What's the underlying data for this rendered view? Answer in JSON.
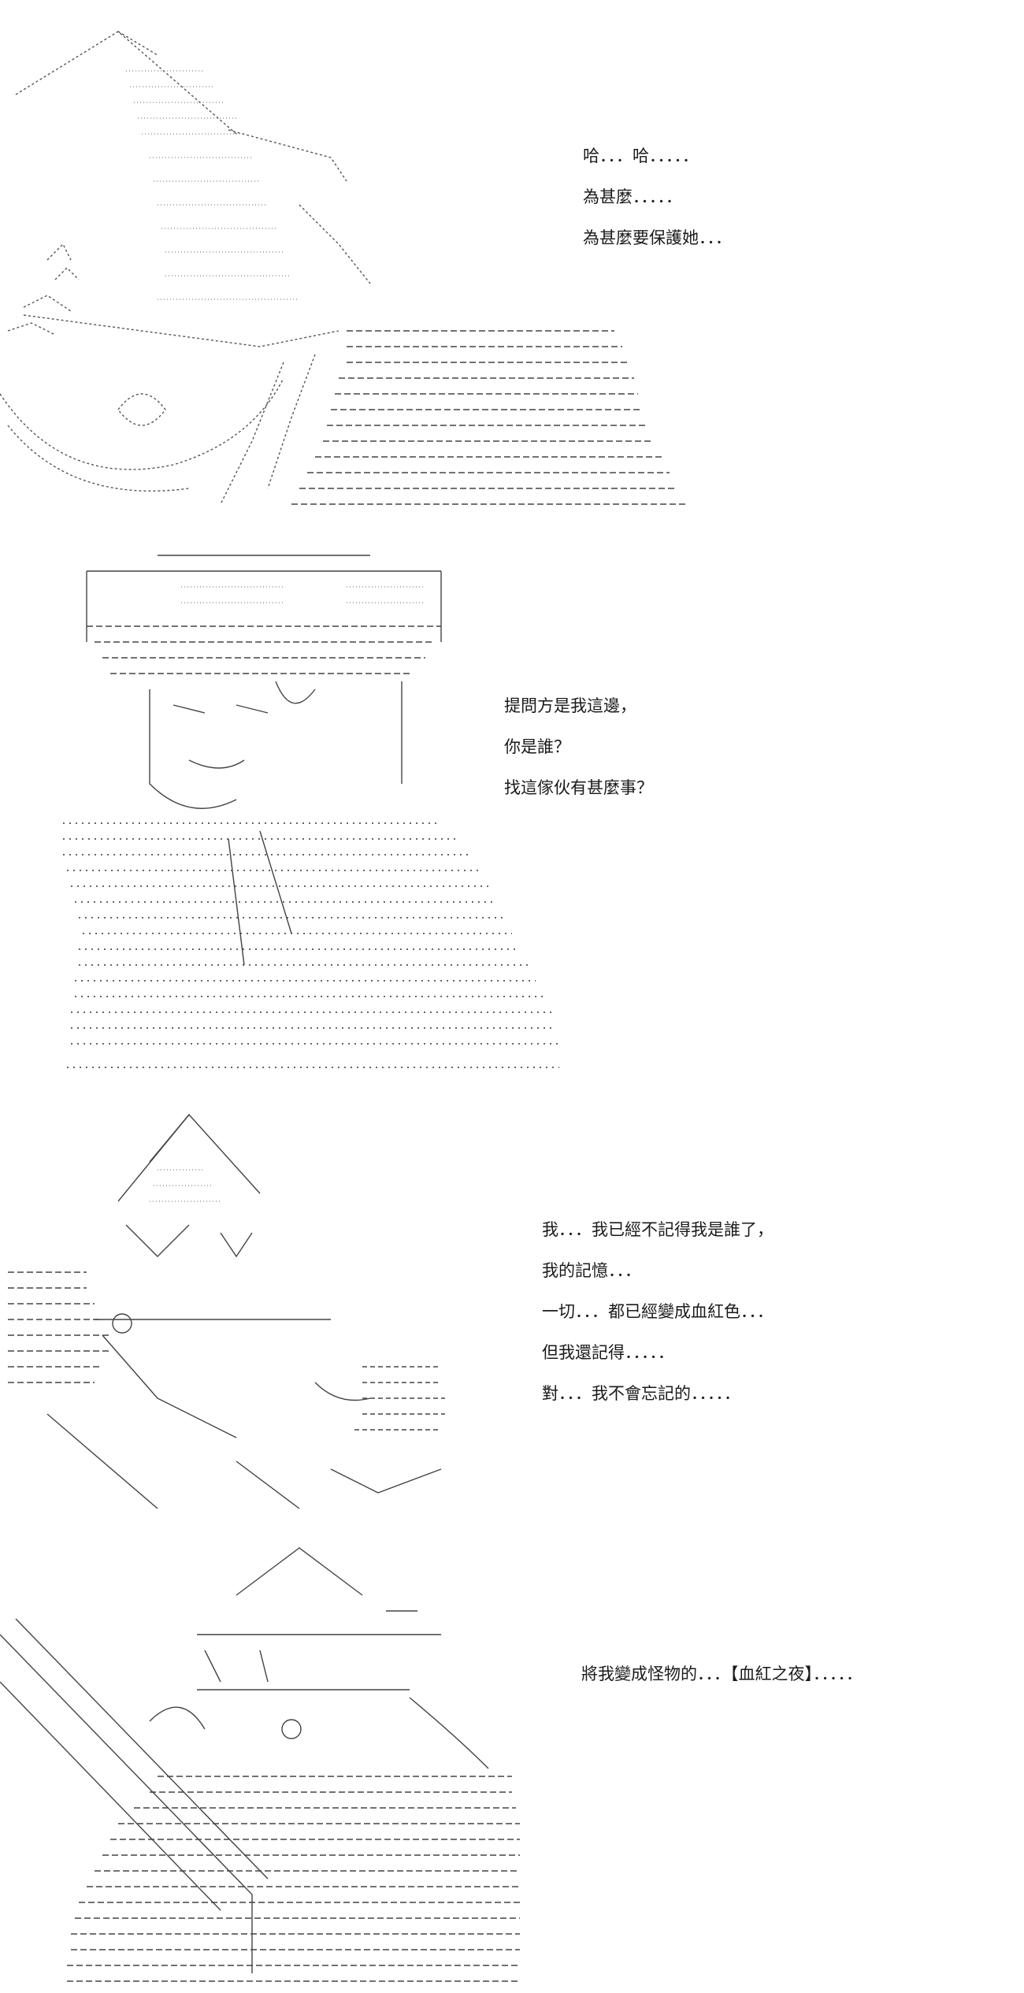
{
  "panels": [
    {
      "id": "panel-1",
      "lines": [
        "哈．．．哈．．．．．",
        "為甚麼．．．．．",
        "為甚麼要保護她．．．"
      ]
    },
    {
      "id": "panel-2",
      "lines": [
        "提問方是我這邊，",
        "你是誰？",
        "找這傢伙有甚麼事？"
      ]
    },
    {
      "id": "panel-3",
      "lines": [
        "我．．．我已經不記得我是誰了，",
        "我的記憶．．．",
        "一切．．．都已經變成血紅色．．．",
        "但我還記得．．．．．",
        "對．．．我不會忘記的．．．．．"
      ]
    },
    {
      "id": "panel-4",
      "lines": [
        "將我變成怪物的．．．【血紅之夜】．．．．．"
      ]
    }
  ],
  "colors": {
    "background": "#ffffff",
    "ink": "#1a1a1a",
    "art_stroke": "#444444",
    "art_fill_dots": "#888888"
  },
  "icons": {
    "panel-1-art": "hat-figure-ascii-art",
    "panel-2-art": "bust-figure-with-cap-ascii-art",
    "panel-3-art": "crouching-figure-ascii-art",
    "panel-4-art": "figure-with-staff-ascii-art"
  }
}
